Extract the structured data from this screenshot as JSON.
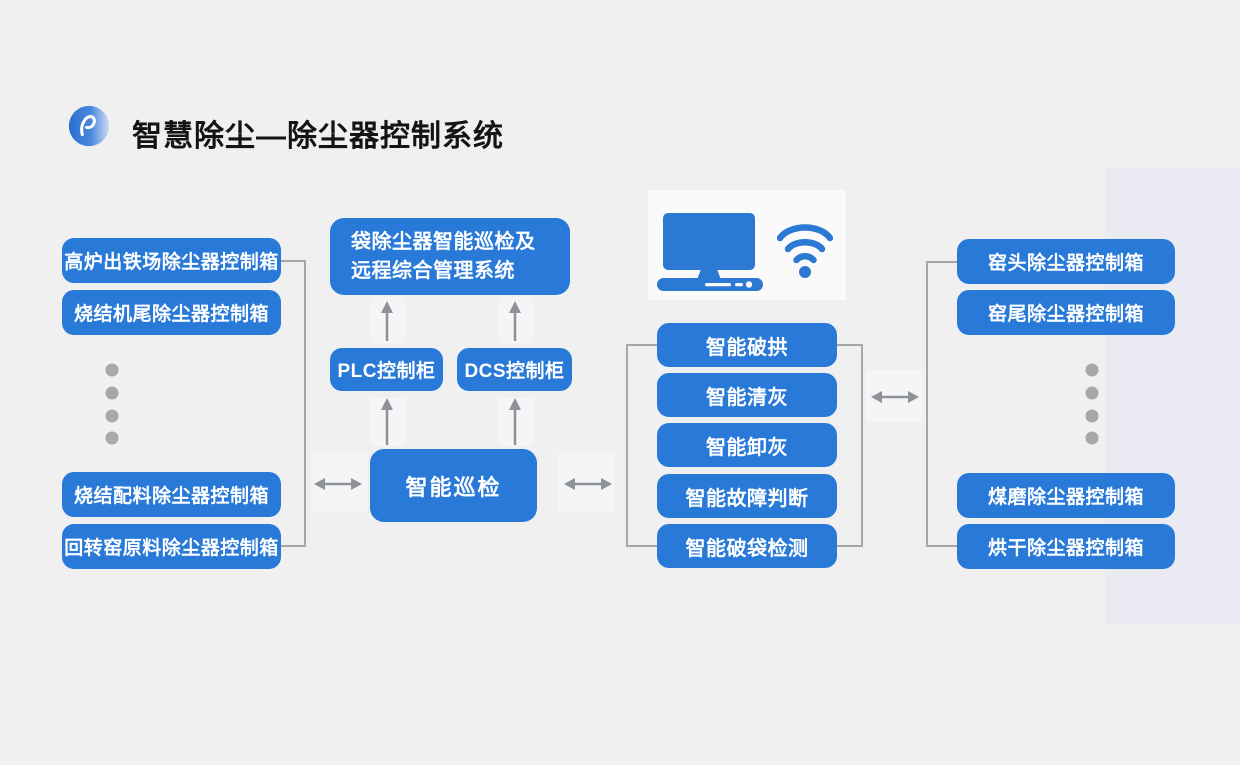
{
  "header": {
    "title": "智慧除尘—除尘器控制系统"
  },
  "nodes": {
    "left": [
      "高炉出铁场除尘器控制箱",
      "烧结机尾除尘器控制箱",
      "烧结配料除尘器控制箱",
      "回转窑原料除尘器控制箱"
    ],
    "center_top": "袋除尘器智能巡检及远程综合管理系统",
    "plc": "PLC控制柜",
    "dcs": "DCS控制柜",
    "inspection": "智能巡检",
    "functions": [
      "智能破拱",
      "智能清灰",
      "智能卸灰",
      "智能故障判断",
      "智能破袋检测"
    ],
    "right": [
      "窑头除尘器控制箱",
      "窑尾除尘器控制箱",
      "煤磨除尘器控制箱",
      "烘干除尘器控制箱"
    ]
  },
  "icons": {
    "logo": "blue-swoosh-logo",
    "computer": "computer-monitor-icon",
    "wifi": "wifi-signal-icon",
    "ellipsis": "vertical-ellipsis-dots"
  },
  "colors": {
    "background": "#f0f0f1",
    "right_band": "#e9eaf2",
    "panel": "#fafafb",
    "node_blue": "#2879d8",
    "node_text": "#ffffff",
    "title_text": "#141414",
    "connector_gray": "#a6a6a6",
    "arrow_gray": "#8d9296",
    "dot_gray": "#a8a8a8"
  }
}
